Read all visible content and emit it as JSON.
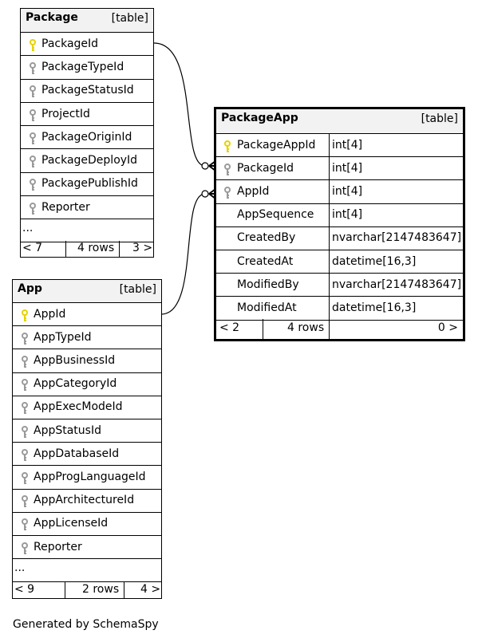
{
  "footer_text": "Generated by SchemaSpy",
  "colors": {
    "header_bg": "#f2f2f2",
    "primary_key": "#e6d200",
    "foreign_key": "#9a9a9a",
    "border": "#000000"
  },
  "tables": {
    "package": {
      "name": "Package",
      "kind": "[table]",
      "columns": [
        {
          "name": "PackageId",
          "key": "primary-key-icon"
        },
        {
          "name": "PackageTypeId",
          "key": "foreign-key-icon"
        },
        {
          "name": "PackageStatusId",
          "key": "foreign-key-icon"
        },
        {
          "name": "ProjectId",
          "key": "foreign-key-icon"
        },
        {
          "name": "PackageOriginId",
          "key": "foreign-key-icon"
        },
        {
          "name": "PackageDeployId",
          "key": "foreign-key-icon"
        },
        {
          "name": "PackagePublishId",
          "key": "foreign-key-icon"
        },
        {
          "name": "Reporter",
          "key": "foreign-key-icon"
        }
      ],
      "more": "...",
      "footer": {
        "parents": "< 7",
        "rows": "4 rows",
        "children": "3 >"
      }
    },
    "app": {
      "name": "App",
      "kind": "[table]",
      "columns": [
        {
          "name": "AppId",
          "key": "primary-key-icon"
        },
        {
          "name": "AppTypeId",
          "key": "foreign-key-icon"
        },
        {
          "name": "AppBusinessId",
          "key": "foreign-key-icon"
        },
        {
          "name": "AppCategoryId",
          "key": "foreign-key-icon"
        },
        {
          "name": "AppExecModeId",
          "key": "foreign-key-icon"
        },
        {
          "name": "AppStatusId",
          "key": "foreign-key-icon"
        },
        {
          "name": "AppDatabaseId",
          "key": "foreign-key-icon"
        },
        {
          "name": "AppProgLanguageId",
          "key": "foreign-key-icon"
        },
        {
          "name": "AppArchitectureId",
          "key": "foreign-key-icon"
        },
        {
          "name": "AppLicenseId",
          "key": "foreign-key-icon"
        },
        {
          "name": "Reporter",
          "key": "foreign-key-icon"
        }
      ],
      "more": "...",
      "footer": {
        "parents": "< 9",
        "rows": "2 rows",
        "children": "4 >"
      }
    },
    "packageapp": {
      "name": "PackageApp",
      "kind": "[table]",
      "columns": [
        {
          "name": "PackageAppId",
          "type": "int[4]",
          "key": "primary-key-icon"
        },
        {
          "name": "PackageId",
          "type": "int[4]",
          "key": "foreign-key-icon"
        },
        {
          "name": "AppId",
          "type": "int[4]",
          "key": "foreign-key-icon"
        },
        {
          "name": "AppSequence",
          "type": "int[4]",
          "key": ""
        },
        {
          "name": "CreatedBy",
          "type": "nvarchar[2147483647]",
          "key": ""
        },
        {
          "name": "CreatedAt",
          "type": "datetime[16,3]",
          "key": ""
        },
        {
          "name": "ModifiedBy",
          "type": "nvarchar[2147483647]",
          "key": ""
        },
        {
          "name": "ModifiedAt",
          "type": "datetime[16,3]",
          "key": ""
        }
      ],
      "footer": {
        "parents": "< 2",
        "rows": "4 rows",
        "children": "0 >"
      }
    }
  },
  "relationships": [
    {
      "from": "PackageApp.PackageId",
      "to": "Package.PackageId"
    },
    {
      "from": "PackageApp.AppId",
      "to": "App.AppId"
    }
  ]
}
